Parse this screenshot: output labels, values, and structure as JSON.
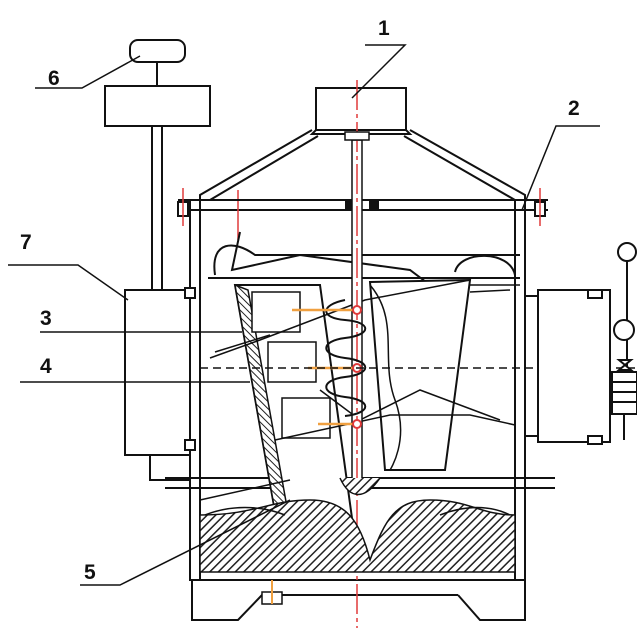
{
  "diagram": {
    "callouts": [
      {
        "id": "c1",
        "label": "1"
      },
      {
        "id": "c2",
        "label": "2"
      },
      {
        "id": "c3",
        "label": "3"
      },
      {
        "id": "c4",
        "label": "4"
      },
      {
        "id": "c5",
        "label": "5"
      },
      {
        "id": "c6",
        "label": "6"
      },
      {
        "id": "c7",
        "label": "7"
      }
    ],
    "colors": {
      "line": "#111111",
      "axis": "#e03a3a",
      "hatch": "#222222",
      "accent": "#f0a040"
    }
  }
}
